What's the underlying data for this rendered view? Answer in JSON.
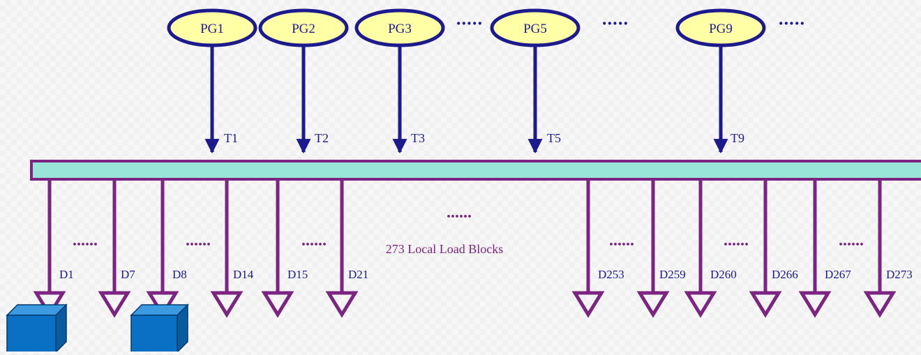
{
  "colors": {
    "ellipse_fill": "#FFFFA6",
    "ellipse_stroke": "#1C1A8C",
    "arrow": "#1C1A8C",
    "bus_fill": "#99E6D8",
    "bus_stroke": "#7B2481",
    "load": "#7B2481",
    "text_blue": "#1C1A8C",
    "text_purple": "#7B2481",
    "box_front": "#0A70C4",
    "box_top": "#3C9BE0",
    "box_side": "#0A5A9E",
    "box_outline": "#003A70"
  },
  "generators": [
    {
      "label": "PG1",
      "line_label": "T1"
    },
    {
      "label": "PG2",
      "line_label": "T2"
    },
    {
      "label": "PG3",
      "line_label": "T3"
    },
    {
      "label": "PG5",
      "line_label": "T5"
    },
    {
      "label": "PG9",
      "line_label": "T9"
    }
  ],
  "generator_ellipsis": [
    "·····",
    "·····",
    "·····"
  ],
  "loads": [
    {
      "label": "D1"
    },
    {
      "label": "D7"
    },
    {
      "label": "D8"
    },
    {
      "label": "D14"
    },
    {
      "label": "D15"
    },
    {
      "label": "D21"
    },
    {
      "label": "D253"
    },
    {
      "label": "D259"
    },
    {
      "label": "D260"
    },
    {
      "label": "D266"
    },
    {
      "label": "D267"
    },
    {
      "label": "D273"
    }
  ],
  "load_ellipsis": [
    "······",
    "······",
    "······",
    "······",
    "······",
    "······",
    "······"
  ],
  "bus_caption": "273 Local Load Blocks",
  "storage_icons": [
    "storage-box-icon",
    "storage-box-icon"
  ]
}
